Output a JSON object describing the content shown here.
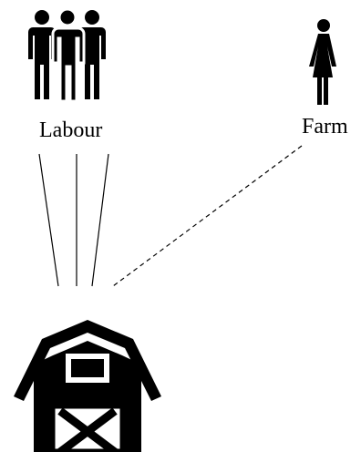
{
  "labels": {
    "labour": "Labour",
    "farm": "Farm"
  },
  "icons": {
    "labour": "group-of-people-icon",
    "farm": "person-icon",
    "barn": "barn-icon"
  },
  "connections": [
    {
      "from": "labour",
      "to": "barn",
      "style": "solid"
    },
    {
      "from": "labour",
      "to": "barn",
      "style": "solid"
    },
    {
      "from": "labour",
      "to": "barn",
      "style": "solid"
    },
    {
      "from": "farm",
      "to": "barn",
      "style": "dashed"
    }
  ],
  "colors": {
    "ink": "#000000",
    "background": "#ffffff"
  }
}
